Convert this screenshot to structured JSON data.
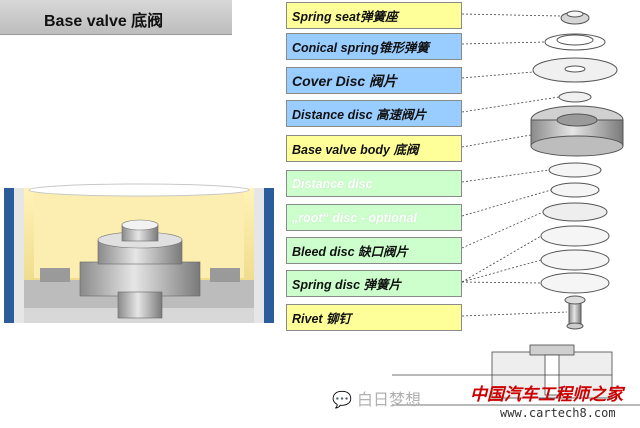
{
  "title": "Base valve 底阀",
  "labels": [
    {
      "text": "Spring seat弹簧座",
      "color": "#ffff99",
      "style": "normal"
    },
    {
      "text": "Conical spring锥形弹簧",
      "color": "#99ccff",
      "style": "normal"
    },
    {
      "text": "Cover Disc 阀片",
      "color": "#99ccff",
      "style": "big"
    },
    {
      "text": "Distance disc 高速阀片",
      "color": "#99ccff",
      "style": "normal"
    },
    {
      "text": "Base valve body 底阀",
      "color": "#ffff99",
      "style": "normal"
    },
    {
      "text": "Distance disc",
      "color": "#ccffcc",
      "style": "ghost"
    },
    {
      "text": "„root“ disc - optional",
      "color": "#ccffcc",
      "style": "ghost"
    },
    {
      "text": "Bleed disc 缺口阀片",
      "color": "#ccffcc",
      "style": "normal"
    },
    {
      "text": "Spring disc 弹簧片",
      "color": "#ccffcc",
      "style": "normal"
    },
    {
      "text": "Rivet 铆钉",
      "color": "#ffff99",
      "style": "normal"
    }
  ],
  "watermark": {
    "left_text": "白日梦想",
    "brand": "中国汽车工程师之家",
    "url": "www.cartech8.com"
  },
  "colors": {
    "title_bg": "#cfcfcf",
    "yellow": "#ffff99",
    "blue": "#99ccff",
    "green": "#ccffcc",
    "brand_red": "#cc0000"
  }
}
